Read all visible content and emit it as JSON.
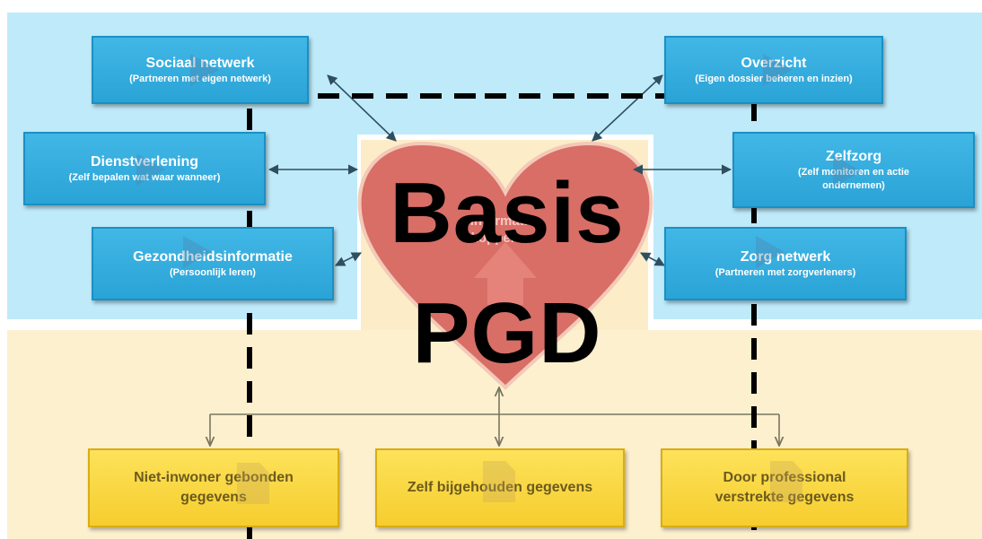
{
  "center": {
    "big_title_line1": "Basis",
    "big_title_line2": "PGD",
    "heart_label_line1": "Informatie",
    "heart_label_line2": "koppelaar"
  },
  "left_boxes": [
    {
      "title": "Sociaal netwerk",
      "subtitle": "(Partneren met eigen netwerk)"
    },
    {
      "title": "Dienstverlening",
      "subtitle": "(Zelf bepalen wat waar wanneer)"
    },
    {
      "title": "Gezondheidsinformatie",
      "subtitle": "(Persoonlijk leren)"
    }
  ],
  "right_boxes": [
    {
      "title": "Overzicht",
      "subtitle": "(Eigen dossier beheren en inzien)"
    },
    {
      "title": "Zelfzorg",
      "subtitle_line1": "(Zelf monitoren en actie",
      "subtitle_line2": "ondernemen)"
    },
    {
      "title": "Zorg netwerk",
      "subtitle": "(Partneren met zorgverleners)"
    }
  ],
  "bottom_boxes": [
    {
      "line1": "Niet-inwoner gebonden",
      "line2": "gegevens"
    },
    {
      "line1": "Zelf bijgehouden gegevens",
      "line2": ""
    },
    {
      "line1": "Door professional",
      "line2": "verstrekte gegevens"
    }
  ],
  "colors": {
    "top_band": "#bfeaf9",
    "bottom_band": "#fdf0cf",
    "blue_box": "#2aa3d6",
    "yellow_box": "#f6cd2e",
    "heart": "#d86e66",
    "dashed_line": "#000000"
  }
}
